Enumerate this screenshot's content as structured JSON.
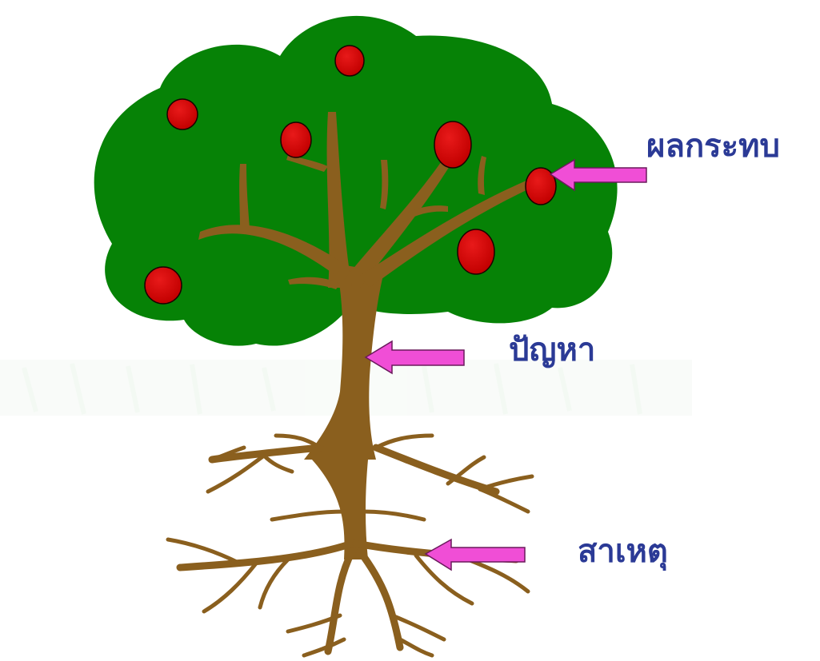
{
  "labels": {
    "effects": "ผลกระทบ",
    "problem": "ปัญหา",
    "causes": "สาเหตุ"
  },
  "colors": {
    "foliage": "#068206",
    "trunk": "#8a5f1e",
    "fruit": "#d80000",
    "arrow": "#f04ed6",
    "label_text": "#2b3a96"
  }
}
